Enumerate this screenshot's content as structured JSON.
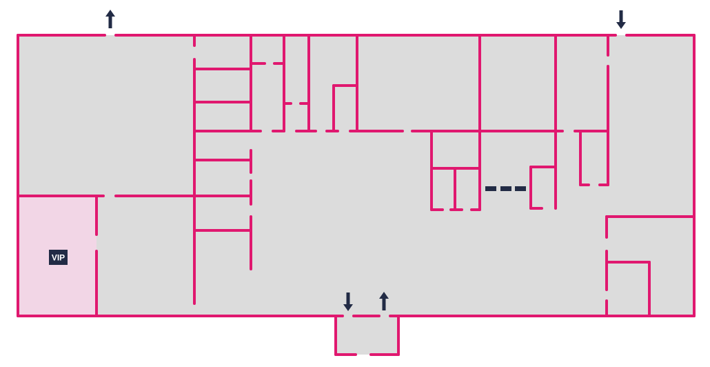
{
  "colors": {
    "wall": "#e0186f",
    "floor": "#dcdcdc",
    "vip_floor": "#f2d6e6",
    "marker": "#222b45",
    "background": "#ffffff"
  },
  "vip_room": {
    "label": "VIP"
  },
  "arrows": [
    {
      "name": "top-left-exit-arrow",
      "direction": "up"
    },
    {
      "name": "top-right-entry-arrow",
      "direction": "down"
    },
    {
      "name": "bottom-entry-arrow",
      "direction": "down"
    },
    {
      "name": "bottom-exit-arrow",
      "direction": "up"
    }
  ]
}
